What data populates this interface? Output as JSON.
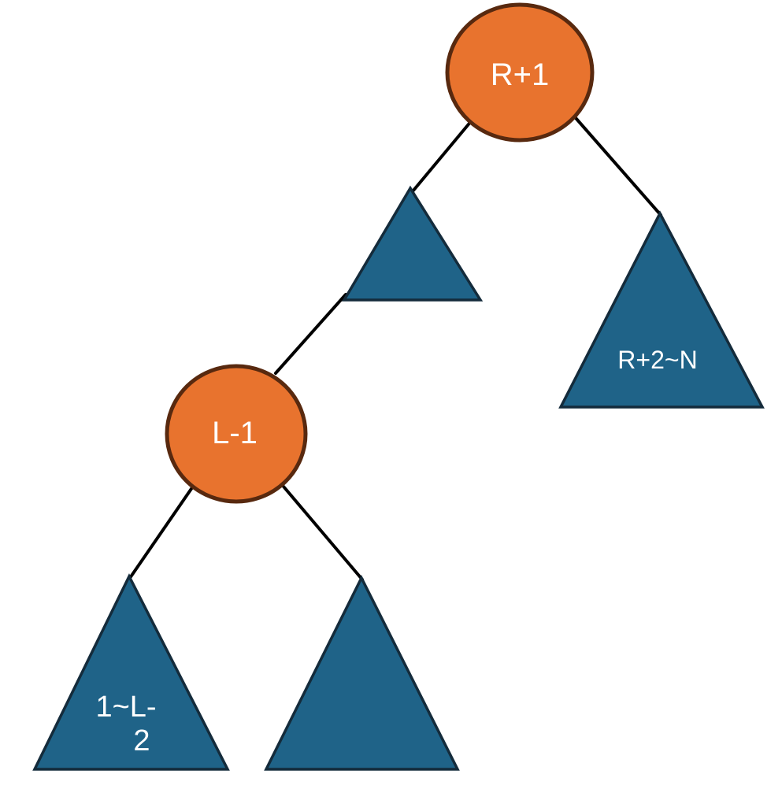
{
  "diagram": {
    "description": "Binary tree diagram with two labeled round nodes and four triangular subtree regions",
    "colors": {
      "background": "#FFFFFF",
      "node_fill": "#E8732E",
      "node_stroke": "#58290F",
      "subtree_fill": "#1F6388",
      "subtree_stroke": "#142B3B",
      "edge": "#000000",
      "label": "#FFFFFF"
    },
    "nodes": {
      "root": {
        "label": "R+1"
      },
      "left": {
        "label": "L-1"
      }
    },
    "subtrees": {
      "upper_mid": {
        "label": ""
      },
      "right": {
        "label": "R+2~N"
      },
      "bottom_left": {
        "label": "1~L-2",
        "label_lines": [
          "1~L-",
          "2"
        ]
      },
      "bottom_mid": {
        "label": ""
      }
    }
  }
}
